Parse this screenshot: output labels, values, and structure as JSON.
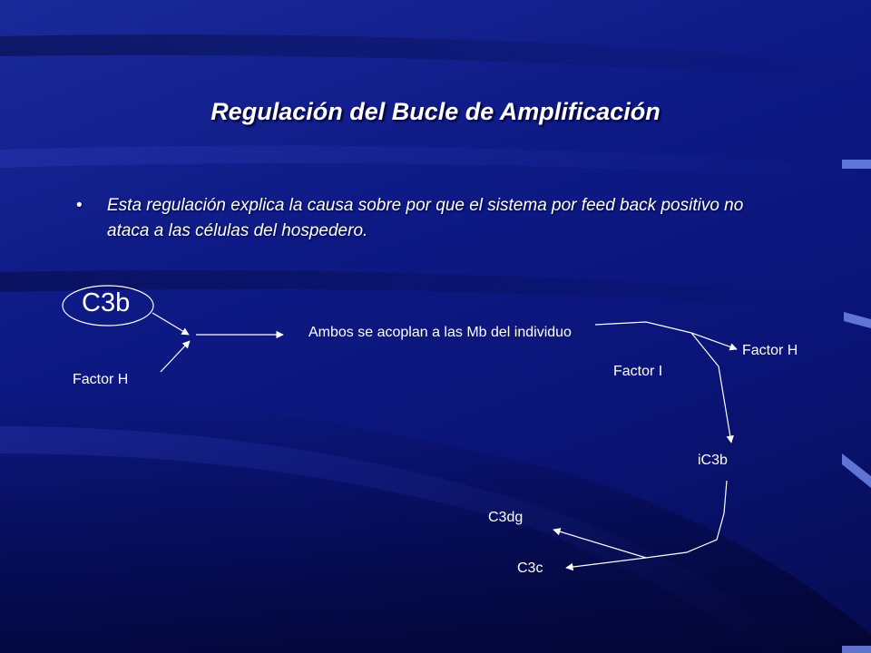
{
  "slide": {
    "title": "Regulación del Bucle de Amplificación",
    "bullet_marker": "•",
    "bullet_text": "Esta regulación explica la causa sobre por que el  sistema por feed back positivo no ataca a las células del hospedero."
  },
  "diagram": {
    "c3b": "C3b",
    "factor_h_left": "Factor H",
    "ambos": "Ambos se acoplan a las Mb del individuo",
    "factor_i": "Factor I",
    "factor_h_right": "Factor H",
    "ic3b": "iC3b",
    "c3dg": "C3dg",
    "c3c": "C3c"
  },
  "colors": {
    "background": "#0e1a85",
    "text": "#ffffff",
    "lines": "#ffffff"
  }
}
